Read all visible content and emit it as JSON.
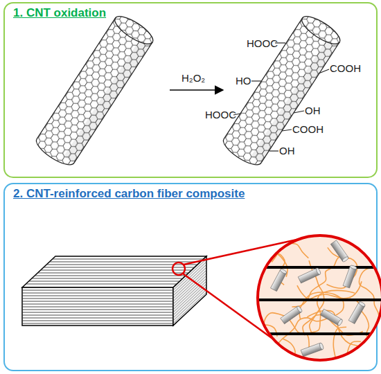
{
  "diagram": {
    "nodes": [
      {
        "text": [
          "1. CNT oxidation"
        ]
      },
      {
        "text": [
          "2. CNT-reinforced carbon fiber composite"
        ]
      }
    ],
    "labels": [
      "H₂O₂",
      "HOOC",
      "COOH",
      "HO",
      "OH",
      "HOOC",
      "COOH",
      "OH"
    ]
  }
}
